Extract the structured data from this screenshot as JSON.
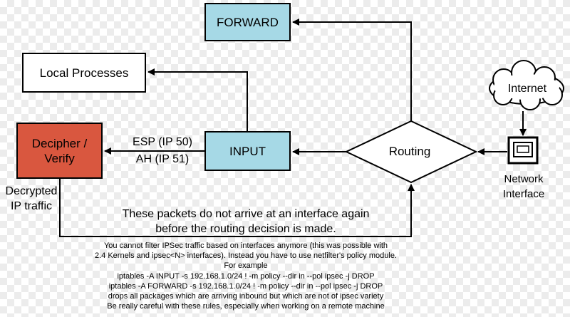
{
  "nodes": {
    "forward": "FORWARD",
    "local_processes": "Local Processes",
    "decipher_line1": "Decipher /",
    "decipher_line2": "Verify",
    "input": "INPUT",
    "routing": "Routing",
    "internet": "Internet",
    "network_interface_line1": "Network",
    "network_interface_line2": "Interface"
  },
  "edge_labels": {
    "esp": "ESP (IP 50)",
    "ah": "AH (IP 51)",
    "decrypted_line1": "Decrypted",
    "decrypted_line2": "IP traffic"
  },
  "note": {
    "line1": "These packets do not arrive at an interface again",
    "line2": "before the routing decision is made."
  },
  "footnote": [
    "You cannot filter IPSec traffic based on interfaces anymore (this was possible with",
    "2.4 Kernels and ipsec<N> interfaces). Instead you have to use netfilter's policy module.",
    "For example",
    "iptables -A INPUT -s 192.168.1.0/24 ! -m policy --dir in --pol ipsec -j DROP",
    "iptables -A FORWARD -s 192.168.1.0/24 ! -m policy --dir in --pol ipsec -j DROP",
    "drops all packages which are arriving inbound but which are not of ipsec variety",
    "Be really careful with these rules, especially when working on a remote machine"
  ],
  "colors": {
    "forward_fill": "#a6d9e6",
    "input_fill": "#a6d9e6",
    "decipher_fill": "#d9573f",
    "local_fill": "#ffffff"
  }
}
